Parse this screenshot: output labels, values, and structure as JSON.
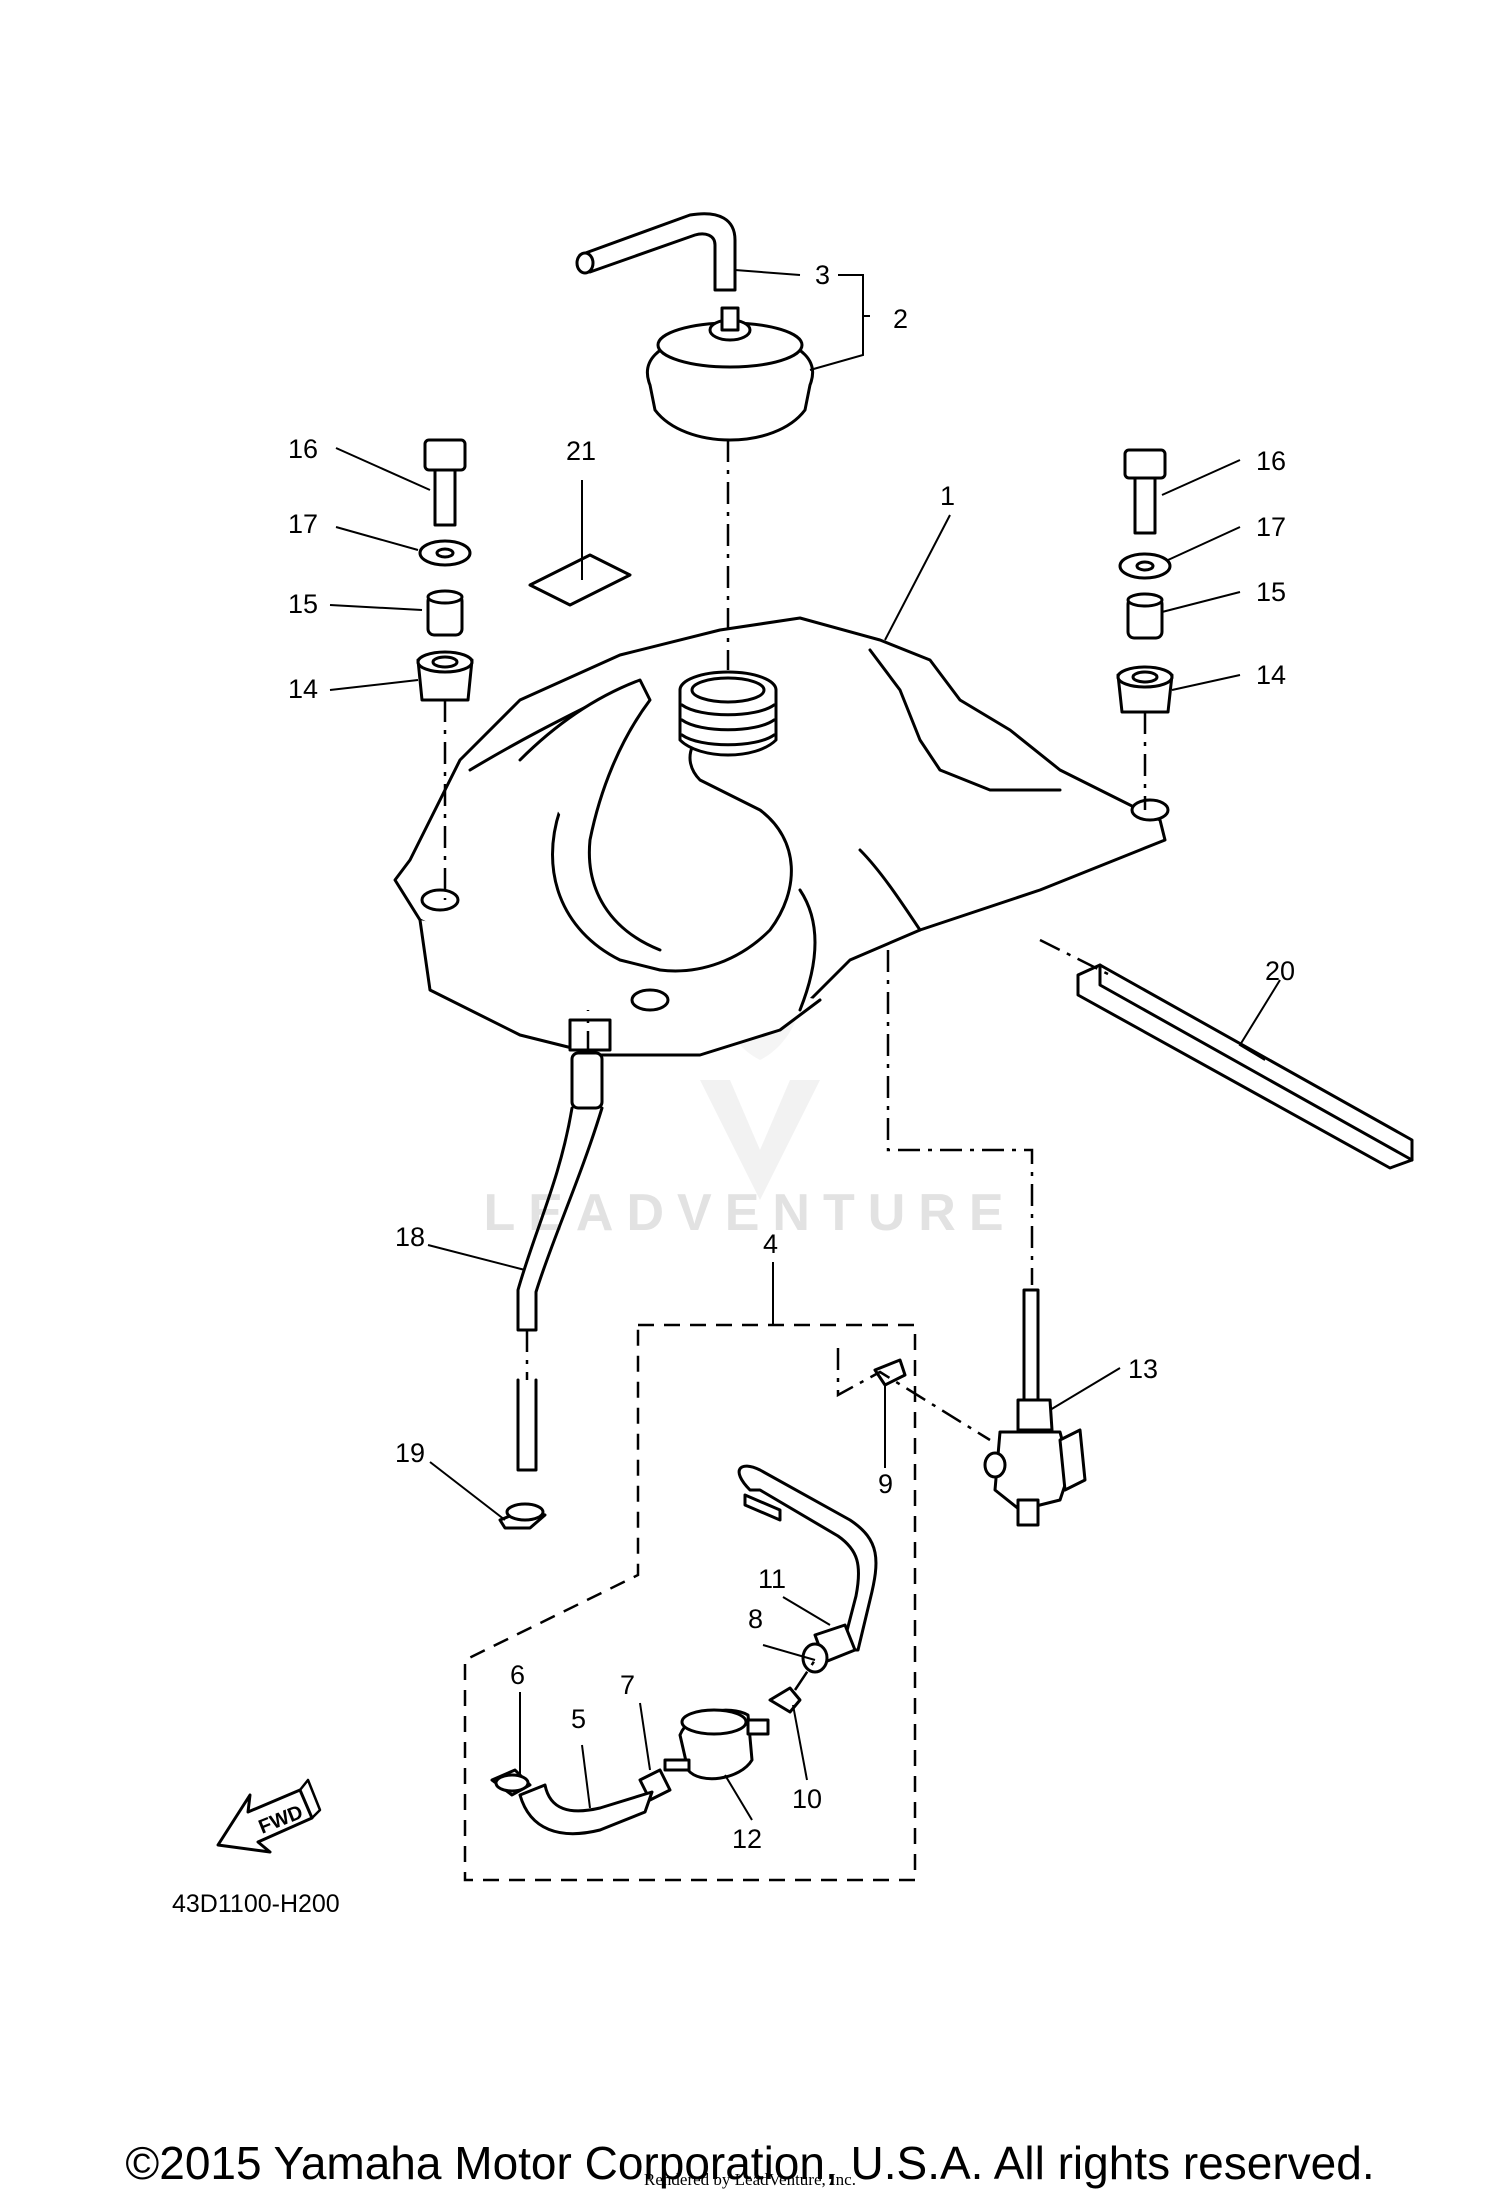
{
  "diagram": {
    "diagram_code": "43D1100-H200",
    "fwd_label": "FWD",
    "watermark": "LEADVENTURE",
    "callouts": {
      "c1": "1",
      "c2": "2",
      "c3": "3",
      "c4": "4",
      "c5": "5",
      "c6": "6",
      "c7": "7",
      "c8": "8",
      "c9": "9",
      "c10": "10",
      "c11": "11",
      "c12": "12",
      "c13": "13",
      "c14_left": "14",
      "c14_right": "14",
      "c15_left": "15",
      "c15_right": "15",
      "c16_left": "16",
      "c16_right": "16",
      "c17_left": "17",
      "c17_right": "17",
      "c18": "18",
      "c19": "19",
      "c20": "20",
      "c21": "21"
    }
  },
  "footer": {
    "copyright": "©2015 Yamaha Motor Corporation, U.S.A. All rights reserved.",
    "rendered_by": "Rendered by LeadVenture, Inc."
  }
}
